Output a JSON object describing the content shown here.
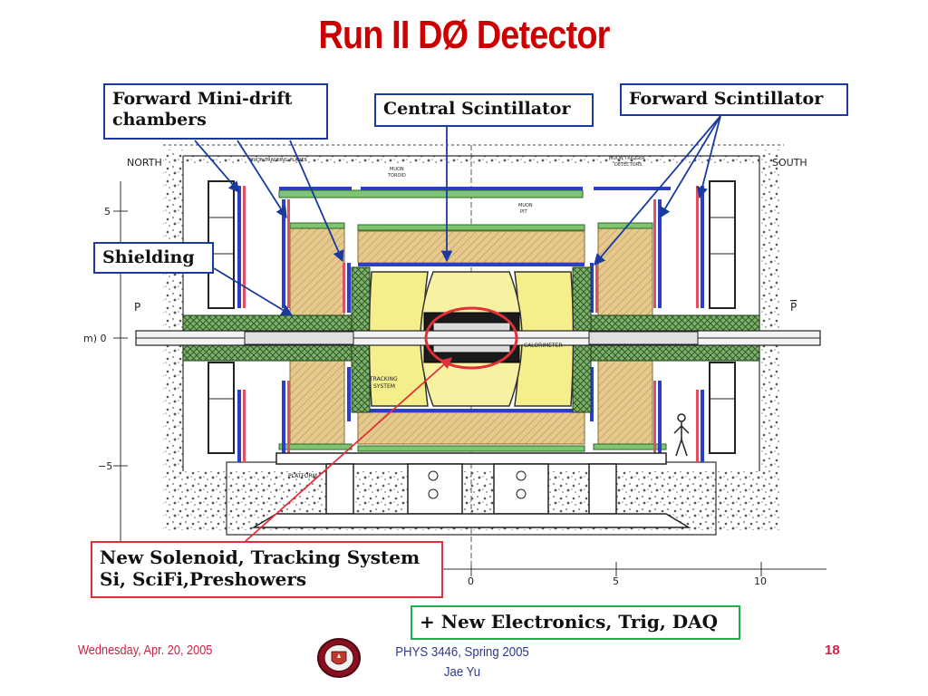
{
  "slide": {
    "title": "Run II DØ Detector"
  },
  "callouts": {
    "forward_mini_drift_line1": "Forward Mini-drift",
    "forward_mini_drift_line2": "chambers",
    "central_scintillator": "Central Scintillator",
    "forward_scintillator": "Forward Scintillator",
    "shielding": "Shielding",
    "new_solenoid_line1": "New Solenoid, Tracking System",
    "new_solenoid_line2": "Si, SciFi,Preshowers",
    "new_electronics": "+ New Electronics, Trig, DAQ"
  },
  "drawing_labels": {
    "north": "NORTH",
    "south": "SOUTH",
    "muon_tracking_planes": "MUON TRACKING PLANES",
    "muon_toroid_line1": "MUON",
    "muon_toroid_line2": "TOROID",
    "muon_pit_line1": "MUON",
    "muon_pit_line2": "PIT",
    "muon_trigger_line1": "MUON TRIGGER",
    "muon_trigger_line2": "DETECTORS",
    "calorimeter": "CALORIMETER",
    "tracking_line1": "TRACKING",
    "tracking_line2": "SYSTEM",
    "platform": "PLATFORM",
    "p": "P",
    "pbar": "P",
    "y_unit": "m) 0",
    "y_tick_5": "5",
    "y_tick_m5": "−5",
    "x_tick_0": "0",
    "x_tick_5": "5",
    "x_tick_10": "10"
  },
  "footer": {
    "date": "Wednesday, Apr. 20, 2005",
    "course_line1": "PHYS 3446, Spring 2005",
    "course_line2": "Jae Yu",
    "page_number": "18"
  },
  "colors": {
    "title": "#cc0000",
    "callout_blue": "#1a3aa0",
    "callout_red": "#e0303a",
    "callout_green": "#19b34a",
    "calorimeter_yellow": "#f4ef8a",
    "shielding_tan": "#e6c98c",
    "iron_green": "#7fb069",
    "footer_red": "#cc2244",
    "footer_blue": "#2d3a8c"
  }
}
